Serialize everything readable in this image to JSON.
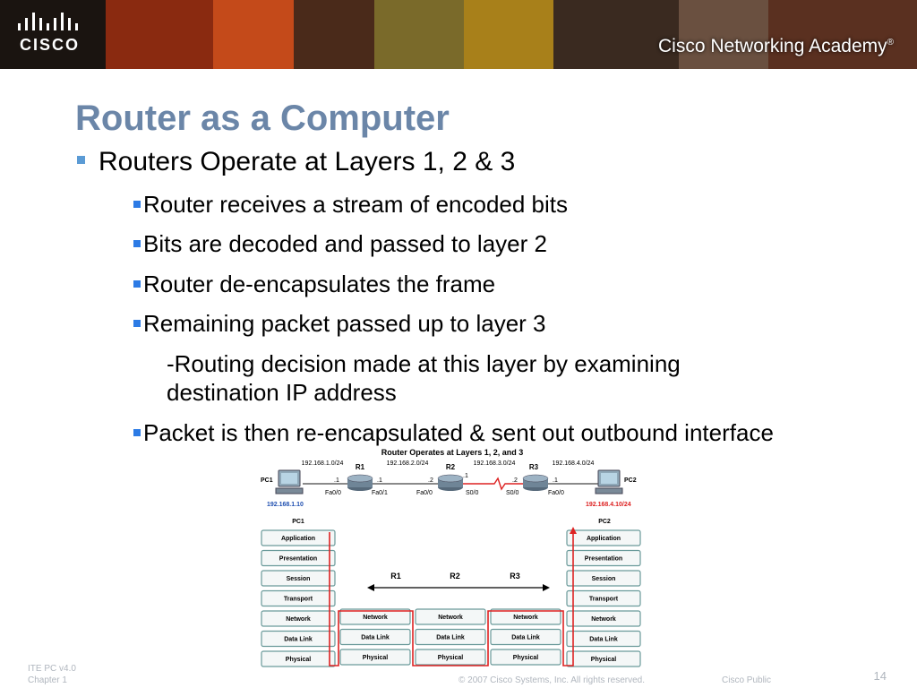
{
  "header": {
    "logo_text": "CISCO",
    "academy": "Cisco Networking Academy",
    "registered_mark": "®"
  },
  "slide": {
    "title": "Router as a Computer",
    "bullet_main": "Routers Operate at Layers 1, 2 & 3",
    "sub_bullets": [
      "Router receives a stream of encoded bits",
      "Bits are decoded and passed to layer 2",
      "Router de-encapsulates the frame",
      "Remaining packet passed up to layer 3"
    ],
    "note_line1": "-Routing decision made at this layer by examining",
    "note_line2": "destination IP address",
    "last_bullet": "Packet is then re-encapsulated & sent out outbound interface"
  },
  "diagram": {
    "title": "Router Operates at Layers 1, 2, and 3",
    "networks": [
      "192.168.1.0/24",
      "192.168.2.0/24",
      "192.168.3.0/24",
      "192.168.4.0/24"
    ],
    "routers": [
      "R1",
      "R2",
      "R3"
    ],
    "pc1": {
      "name": "PC1",
      "ip": "192.168.1.10"
    },
    "pc2": {
      "name": "PC2",
      "ip": "192.168.4.10/24"
    },
    "host_octets": [
      ".1",
      ".1",
      ".2",
      ".1",
      ".2",
      ".1"
    ],
    "interfaces": [
      "Fa0/0",
      "Fa0/1",
      "Fa0/0",
      "S0/0",
      "S0/0",
      "Fa0/0"
    ],
    "pc_layers": [
      "Application",
      "Presentation",
      "Session",
      "Transport",
      "Network",
      "Data Link",
      "Physical"
    ],
    "router_layers": [
      "Network",
      "Data Link",
      "Physical"
    ],
    "colors": {
      "link": "#d22",
      "box_border": "#6a9a9a",
      "pc1_ip": "#1f4fb0",
      "pc2_ip": "#d22"
    }
  },
  "footer": {
    "course": "ITE PC v4.0",
    "chapter": "Chapter 1",
    "copyright": "© 2007 Cisco Systems, Inc. All rights reserved.",
    "classification": "Cisco Public",
    "page": "14"
  }
}
